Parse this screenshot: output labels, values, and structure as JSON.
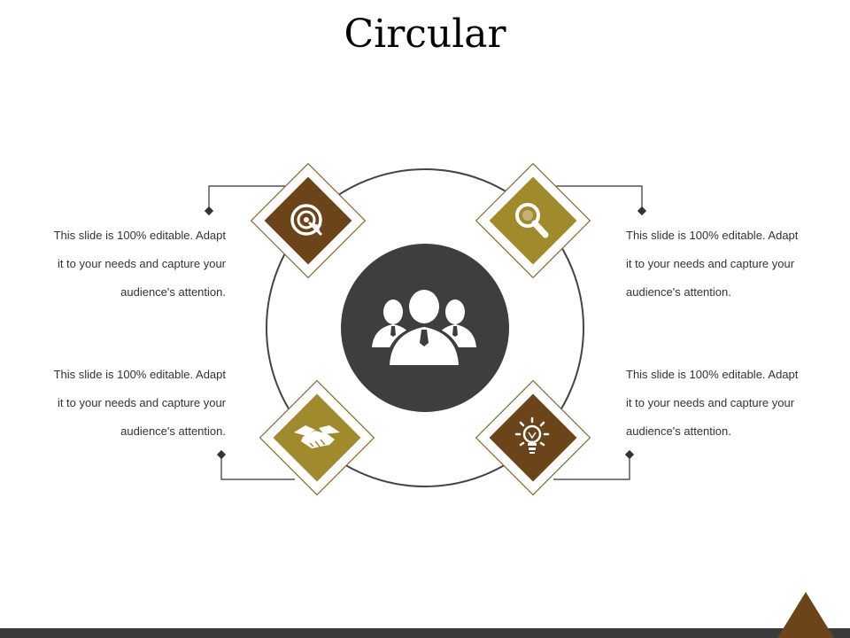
{
  "title": "Circular",
  "colors": {
    "dark_brown": "#6B4419",
    "olive_gold": "#A08A2C",
    "center_gray": "#3E3E3E",
    "ring_stroke": "#444444",
    "bottom_bar": "#3A3A3A"
  },
  "center": {
    "icon": "team-icon"
  },
  "items": [
    {
      "position": "top-left",
      "icon": "target-icon",
      "color": "dark_brown",
      "lines": [
        "This slide is 100% editable. Adapt",
        "it to your needs and capture your",
        "audience's attention."
      ]
    },
    {
      "position": "top-right",
      "icon": "magnifier-icon",
      "color": "olive_gold",
      "lines": [
        "This slide is 100% editable. Adapt",
        "it to your needs and capture your",
        "audience's attention."
      ]
    },
    {
      "position": "bottom-left",
      "icon": "handshake-icon",
      "color": "olive_gold",
      "lines": [
        "This slide is 100% editable. Adapt",
        "it to your needs and capture your",
        "audience's attention."
      ]
    },
    {
      "position": "bottom-right",
      "icon": "lightbulb-icon",
      "color": "dark_brown",
      "lines": [
        "This slide is 100% editable. Adapt",
        "it to your needs and capture your",
        "audience's attention."
      ]
    }
  ]
}
